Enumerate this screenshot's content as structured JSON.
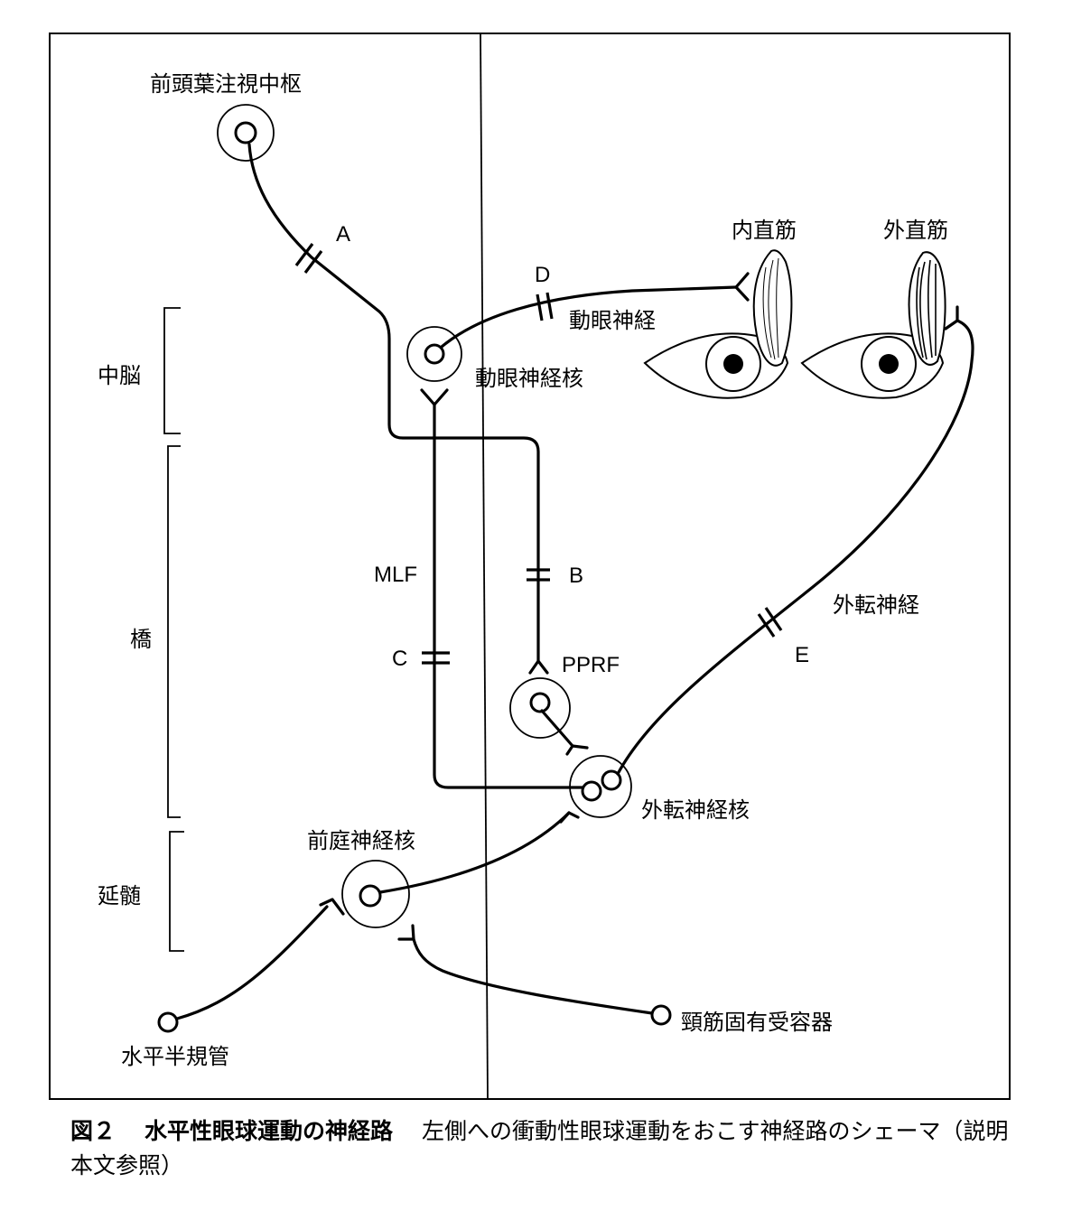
{
  "labels": {
    "frontal_eye_field": "前頭葉注視中枢",
    "midbrain": "中脳",
    "pons": "橋",
    "medulla": "延髄",
    "oculomotor_nucleus": "動眼神経核",
    "oculomotor_nerve": "動眼神経",
    "medial_rectus": "内直筋",
    "lateral_rectus": "外直筋",
    "mlf": "MLF",
    "pprf": "PPRF",
    "abducens_nerve": "外転神経",
    "abducens_nucleus": "外転神経核",
    "vestibular_nucleus": "前庭神経核",
    "horizontal_canal": "水平半規管",
    "neck_proprioceptor": "頸筋固有受容器"
  },
  "lesion_markers": [
    "A",
    "B",
    "C",
    "D",
    "E"
  ],
  "caption": {
    "figure_number": "図２",
    "title": "水平性眼球運動の神経路",
    "text": "左側への衝動性眼球運動をおこす神経路のシェーマ（説明本文参照）"
  }
}
